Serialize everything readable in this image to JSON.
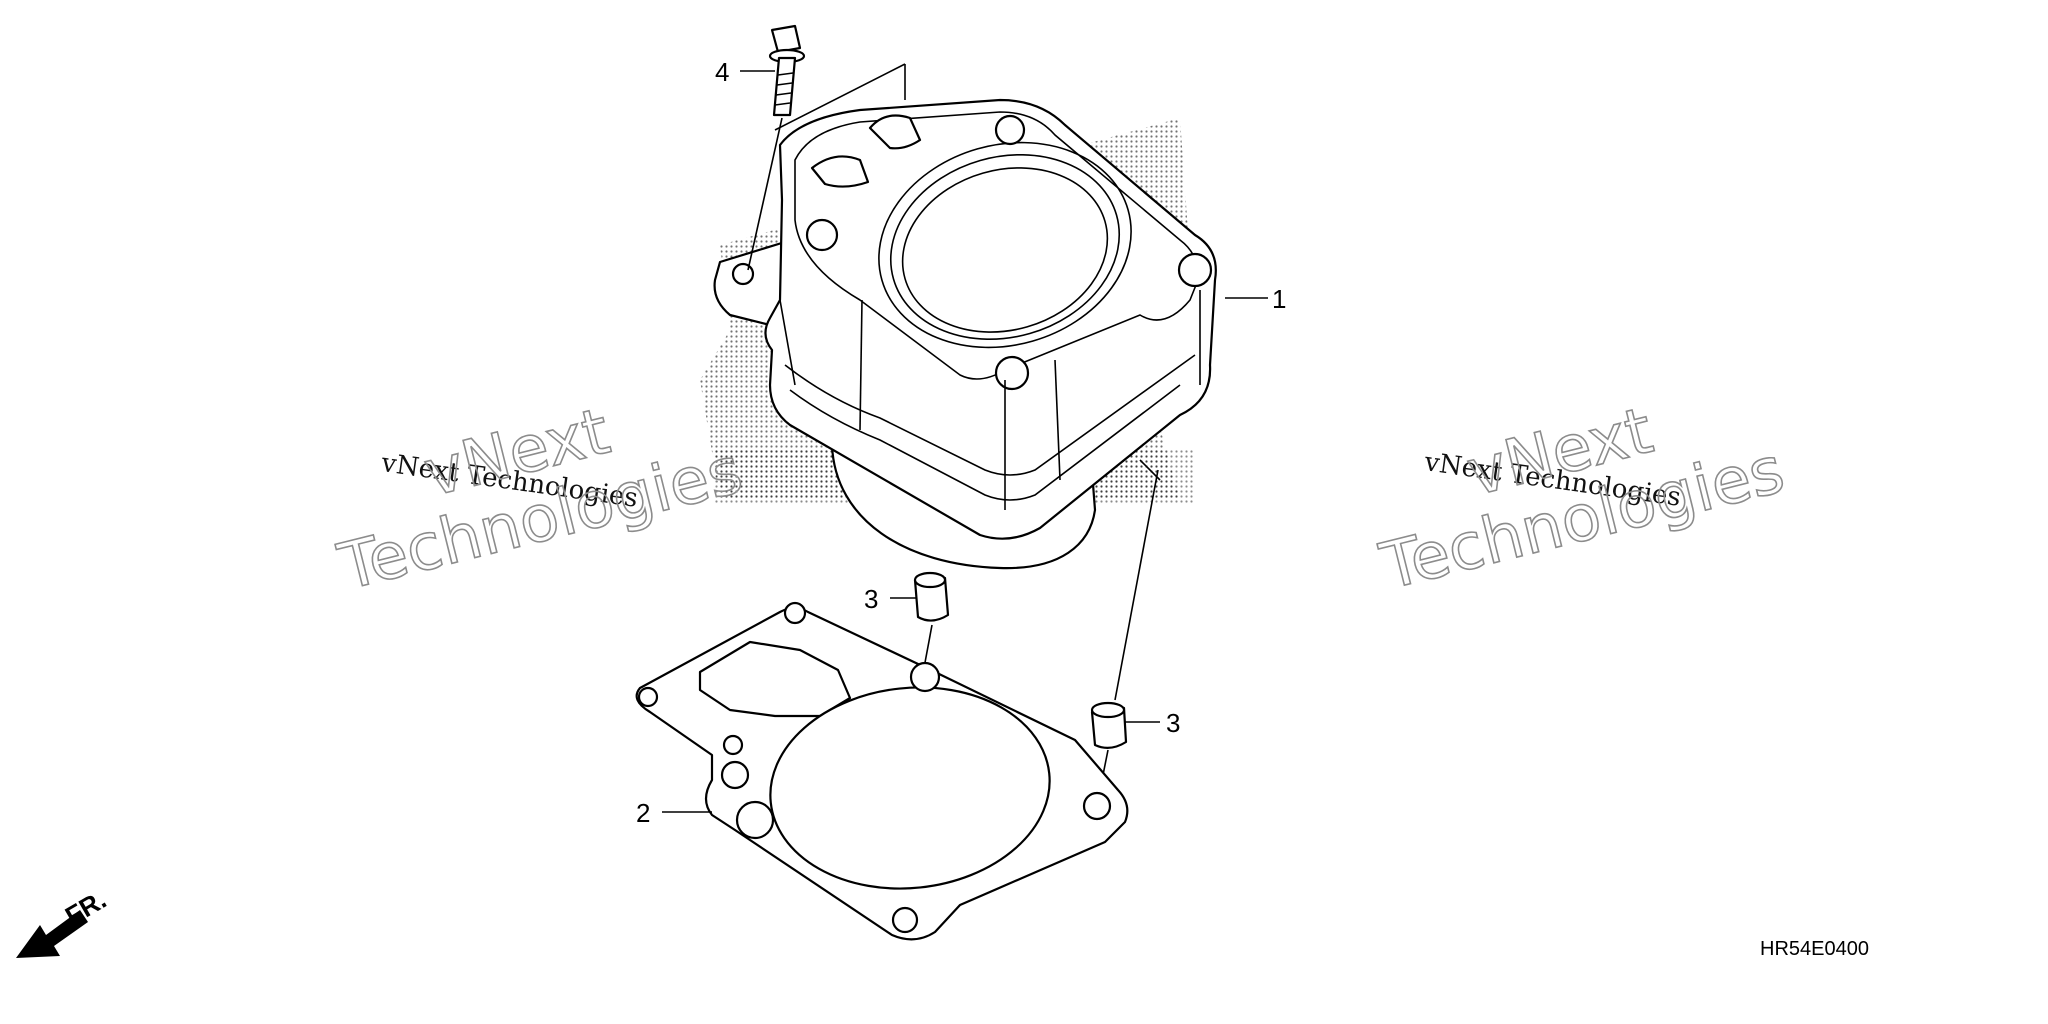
{
  "diagram": {
    "callouts": [
      {
        "id": "1",
        "label": "1"
      },
      {
        "id": "2",
        "label": "2"
      },
      {
        "id": "3a",
        "label": "3"
      },
      {
        "id": "3b",
        "label": "3"
      },
      {
        "id": "4",
        "label": "4"
      }
    ],
    "figure_code": "HR54E0400",
    "direction_label": "FR.",
    "watermark": {
      "small_text": "vNext Technologies",
      "large_line1": "vNext",
      "large_line2": "Technologies"
    }
  }
}
